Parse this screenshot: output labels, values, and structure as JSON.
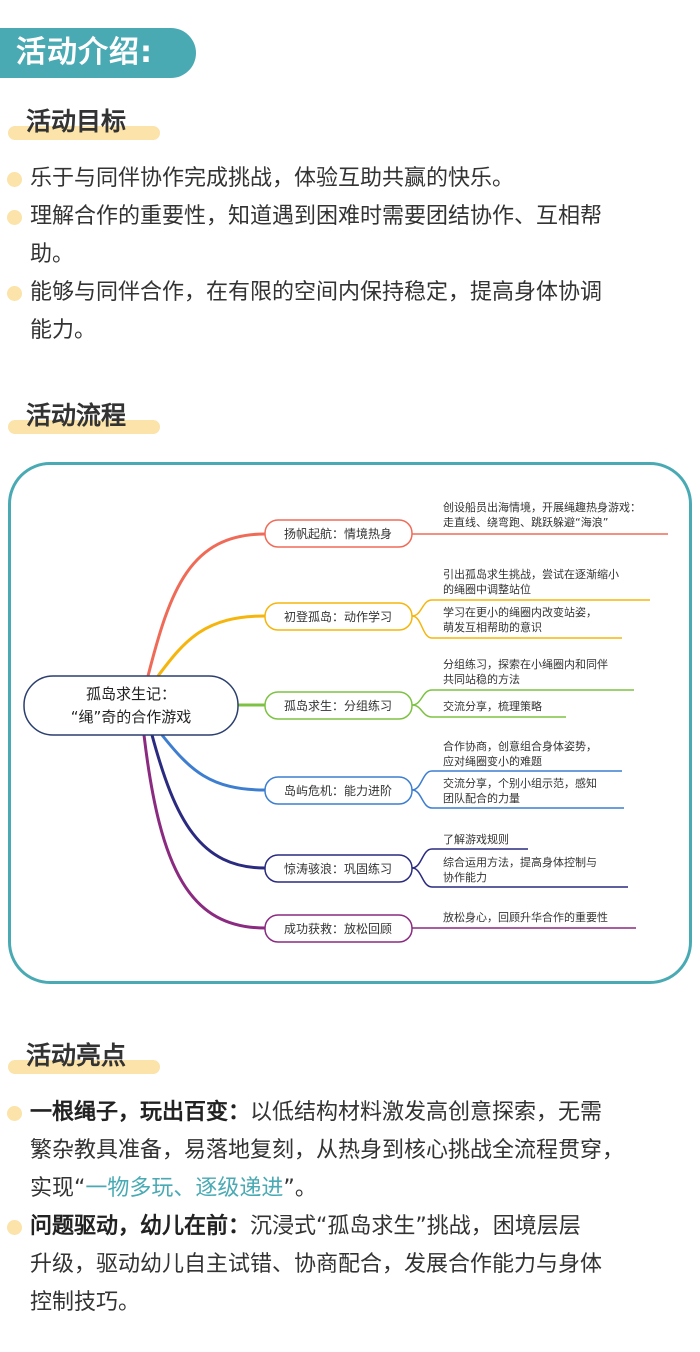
{
  "banner": {
    "title": "活动介绍:"
  },
  "goals": {
    "title": "活动目标",
    "items": [
      {
        "lines": [
          "乐于与同伴协作完成挑战，体验互助共赢的快乐。"
        ]
      },
      {
        "lines": [
          "理解合作的重要性，知道遇到困难时需要团结协作、互相帮",
          "助。"
        ]
      },
      {
        "lines": [
          "能够与同伴合作，在有限的空间内保持稳定，提高身体协调",
          "能力。"
        ]
      }
    ]
  },
  "process": {
    "title": "活动流程",
    "root": {
      "lines": [
        "孤岛求生记：",
        "“绳”奇的合作游戏"
      ]
    },
    "branches": [
      {
        "label": "扬帆起航：情境热身",
        "color": "#ef6b58",
        "leaves": [
          {
            "lines": [
              "创设船员出海情境，开展绳趣热身游戏：",
              "走直线、绕弯跑、跳跃躲避“海浪”"
            ]
          }
        ]
      },
      {
        "label": "初登孤岛：动作学习",
        "color": "#f5b50c",
        "leaves": [
          {
            "lines": [
              "引出孤岛求生挑战，尝试在逐渐缩小",
              "的绳圈中调整站位"
            ]
          },
          {
            "lines": [
              "学习在更小的绳圈内改变站姿，",
              "萌发互相帮助的意识"
            ]
          }
        ]
      },
      {
        "label": "孤岛求生：分组练习",
        "color": "#7dc242",
        "leaves": [
          {
            "lines": [
              "分组练习，探索在小绳圈内和同伴",
              "共同站稳的方法"
            ]
          },
          {
            "lines": [
              "交流分享，梳理策略"
            ]
          }
        ]
      },
      {
        "label": "岛屿危机：能力进阶",
        "color": "#3d7ed0",
        "leaves": [
          {
            "lines": [
              "合作协商，创意组合身体姿势，",
              "应对绳圈变小的难题"
            ]
          },
          {
            "lines": [
              "交流分享，个别小组示范，感知",
              "团队配合的力量"
            ]
          }
        ]
      },
      {
        "label": "惊涛骇浪：巩固练习",
        "color": "#2a2a80",
        "leaves": [
          {
            "lines": [
              "了解游戏规则"
            ]
          },
          {
            "lines": [
              "综合运用方法，提高身体控制与",
              "协作能力"
            ]
          }
        ]
      },
      {
        "label": "成功获救：放松回顾",
        "color": "#8a2a80",
        "leaves": [
          {
            "lines": [
              "放松身心，回顾升华合作的重要性"
            ]
          }
        ]
      }
    ]
  },
  "highlights": {
    "title": "活动亮点",
    "items": [
      {
        "bold": "一根绳子，玩出百变：",
        "lines": [
          "以低结构材料激发高创意探索，无需",
          "繁杂教具准备，易落地复刻，从热身到核心挑战全流程贯穿，",
          "实现“"
        ],
        "highlight": "一物多玩、逐级递进",
        "tail": "”。"
      },
      {
        "bold": "问题驱动，幼儿在前：",
        "lines": [
          "沉浸式“孤岛求生”挑战，困境层层",
          "升级，驱动幼儿自主试错、协商配合，发展合作能力与身体",
          "控制技巧。"
        ]
      }
    ]
  }
}
